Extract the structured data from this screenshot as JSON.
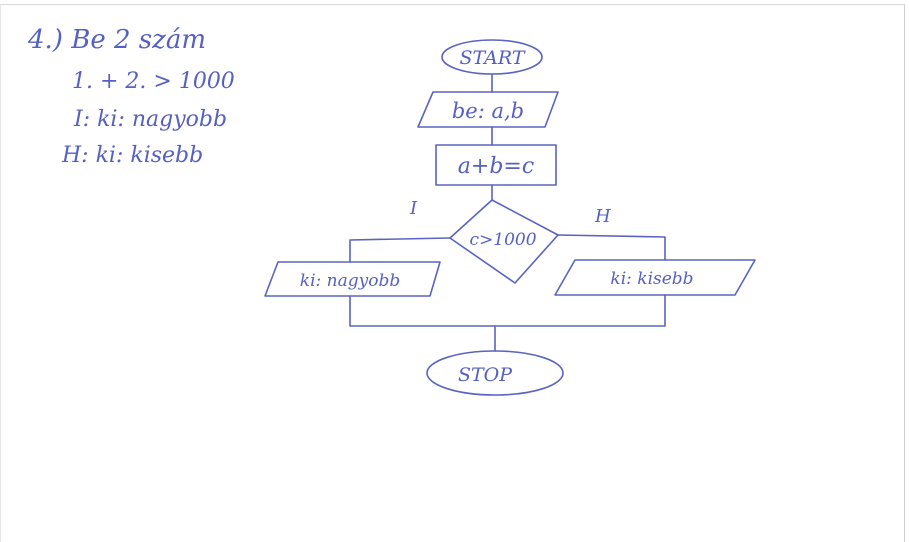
{
  "notes": {
    "title": "4.) Be 2 szám",
    "condition": "1. + 2. > 1000",
    "true_line": "I: ki: nagyobb",
    "false_line": "H: ki: kisebb"
  },
  "flowchart": {
    "start": "START",
    "input": "be: a,b",
    "process": "a+b=c",
    "decision": "c>1000",
    "true_label": "I",
    "false_label": "H",
    "true_output": "ki: nagyobb",
    "false_output": "ki: kisebb",
    "stop": "STOP"
  },
  "colors": {
    "ink": "#5560c4"
  }
}
